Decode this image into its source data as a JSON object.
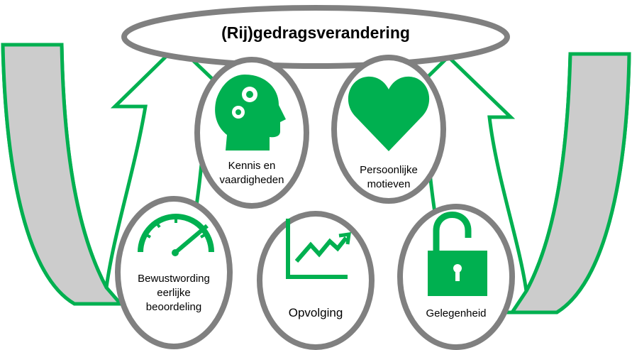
{
  "title": "(Rij)gedragsverandering",
  "colors": {
    "green": "#00b050",
    "gray": "#808080",
    "band": "#cccccc"
  },
  "nodes": [
    {
      "label_lines": [
        "Kennis en",
        "vaardigheden"
      ],
      "icon": "head-gears-icon"
    },
    {
      "label_lines": [
        "Persoonlijke",
        "motieven"
      ],
      "icon": "heart-icon"
    },
    {
      "label_lines": [
        "Bewustwording",
        "eerlijke",
        "beoordeling"
      ],
      "icon": "speedometer-icon"
    },
    {
      "label_lines": [
        "Opvolging"
      ],
      "icon": "rising-chart-icon"
    },
    {
      "label_lines": [
        "Gelegenheid"
      ],
      "icon": "unlocked-padlock-icon"
    }
  ]
}
